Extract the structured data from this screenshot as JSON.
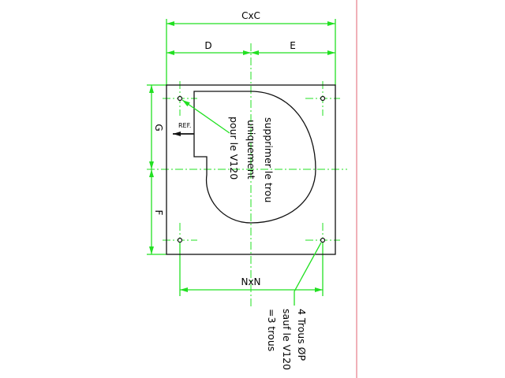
{
  "dimensions": {
    "overall": "CxC",
    "left": "D",
    "right": "E",
    "upper": "G",
    "lower": "F",
    "hole_spacing": "NxN"
  },
  "ref_label": "REF.",
  "note_center": [
    "supprimer le trou",
    "uniquement",
    "pour le V120"
  ],
  "note_holes": [
    "4 Trous ØP",
    "sauf le V120",
    "=3 trous"
  ],
  "colors": {
    "dimension": "#22e022",
    "outline": "#111111",
    "border": "#e06070"
  }
}
